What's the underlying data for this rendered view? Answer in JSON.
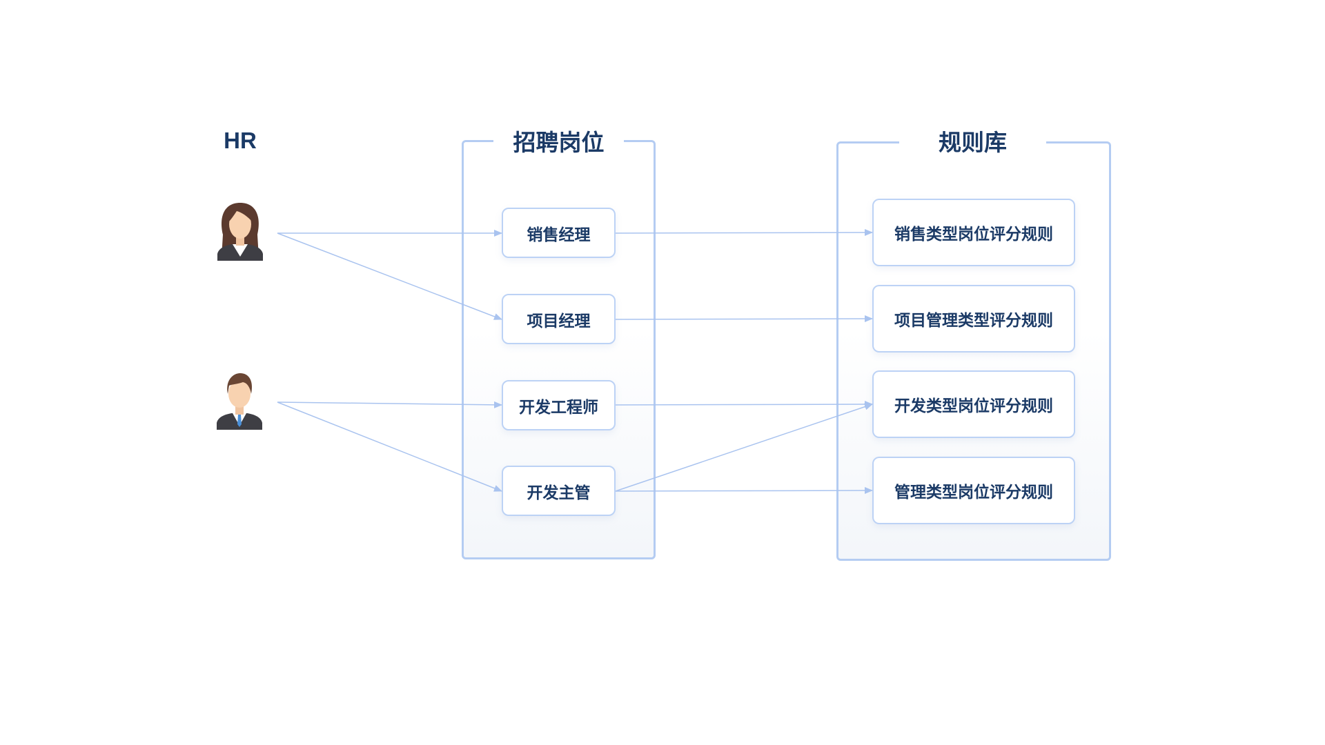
{
  "hr": {
    "title": "HR",
    "users": [
      {
        "icon": "female-user-avatar-icon"
      },
      {
        "icon": "male-user-avatar-icon"
      }
    ]
  },
  "positions": {
    "title": "招聘岗位",
    "items": [
      "销售经理",
      "项目经理",
      "开发工程师",
      "开发主管"
    ]
  },
  "rules": {
    "title": "规则库",
    "items": [
      "销售类型岗位评分规则",
      "项目管理类型评分规则",
      "开发类型岗位评分规则",
      "管理类型岗位评分规则"
    ]
  },
  "links": {
    "hr_to_position": [
      [
        0,
        0
      ],
      [
        0,
        1
      ],
      [
        1,
        2
      ],
      [
        1,
        3
      ]
    ],
    "position_to_rule": [
      [
        0,
        0
      ],
      [
        1,
        1
      ],
      [
        2,
        2
      ],
      [
        3,
        2
      ],
      [
        3,
        3
      ]
    ]
  },
  "colors": {
    "title_text": "#1b3a66",
    "box_border": "#b4ccf2",
    "connector": "#a9c3ef"
  }
}
